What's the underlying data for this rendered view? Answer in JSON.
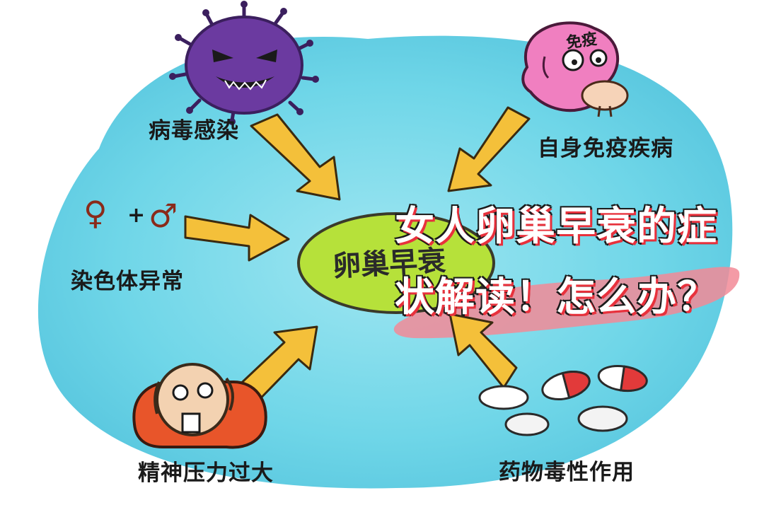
{
  "center": {
    "label": "卵巢早衰"
  },
  "causes": {
    "virus": "病毒感染",
    "autoimmune": "自身免疫疾病",
    "chromosome": "染色体异常",
    "stress": "精神压力过大",
    "drug": "药物毒性作用"
  },
  "symbols": {
    "female": "♀",
    "plus": "+",
    "male": "♂"
  },
  "autoimmune_badge": "免疫",
  "headline": {
    "line1": "女人卵巢早衰的症",
    "line2": "状解读！怎么办？"
  },
  "colors": {
    "background_blob": "#6fd6e8",
    "center_ellipse": "#b6e13a",
    "arrow": "#f4c03a",
    "virus": "#6b3aa0",
    "autoimmune_blob": "#f07fc0",
    "headline_outline": "#1b1b1b",
    "headline_shadow": "#e8313c",
    "highlight_band": "#f28a96"
  }
}
